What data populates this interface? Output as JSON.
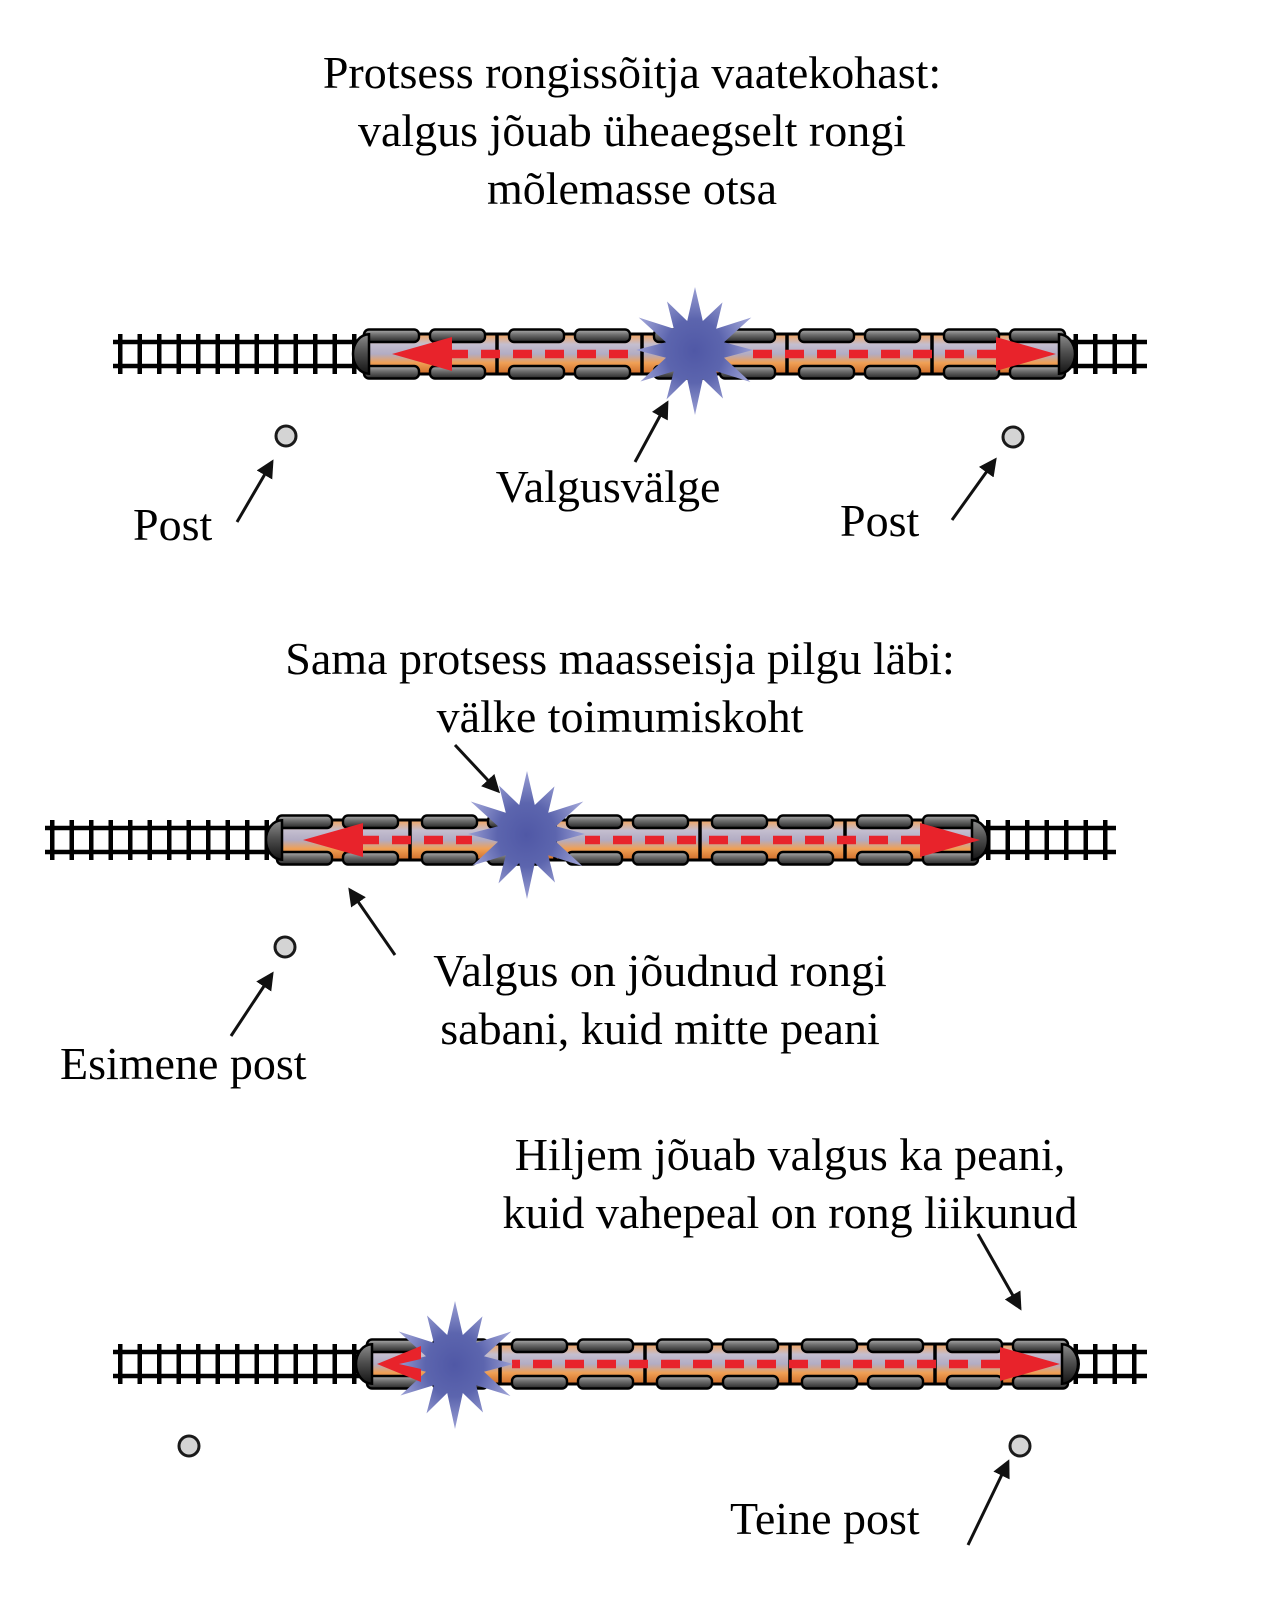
{
  "figure": {
    "language": "Estonian",
    "topic": "relativity of simultaneity - light flash in a moving train"
  },
  "colors": {
    "background": "#ffffff",
    "beam_red": "#e8232b",
    "flash_center": "#5058a6",
    "flash_edge": "#9a9fd4",
    "train_orange": "#f0a055",
    "train_band_lavender": "#b2acc3",
    "train_orange_dark": "#cf6d29",
    "plate_gray": "#707070",
    "post_fill": "#d4d4d4",
    "line_black": "#111111"
  },
  "section1": {
    "title_lines": [
      "Protsess rongissõitja vaatekohast:",
      "valgus jõuab üheaegselt rongi",
      "mõlemasse otsa"
    ],
    "label_post_left": "Post",
    "label_flash": "Valgusvälge",
    "label_post_right": "Post"
  },
  "section2": {
    "title_lines": [
      "Sama protsess maasseisja pilgu läbi:",
      "välke toimumiskoht"
    ],
    "label_tail_lines": [
      "Valgus on jõudnud rongi",
      "sabani, kuid mitte peani"
    ],
    "label_first_post": "Esimene post"
  },
  "section3": {
    "title_lines": [
      "Hiljem jõuab valgus ka peani,",
      "kuid vahepeal on rong liikunud"
    ],
    "label_second_post": "Teine post"
  }
}
